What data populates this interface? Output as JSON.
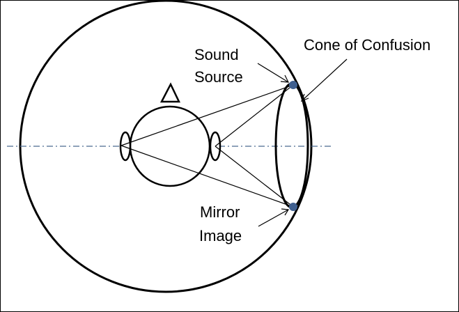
{
  "labels": {
    "sound_source_line1": "Sound",
    "sound_source_line2": "Source",
    "cone_of_confusion": "Cone of Confusion",
    "mirror_image_line1": "Mirror",
    "mirror_image_line2": "Image"
  },
  "colors": {
    "stroke": "#000000",
    "axis": "#4a6a8f",
    "source_dot": "#3f5f8f",
    "background": "#ffffff"
  }
}
